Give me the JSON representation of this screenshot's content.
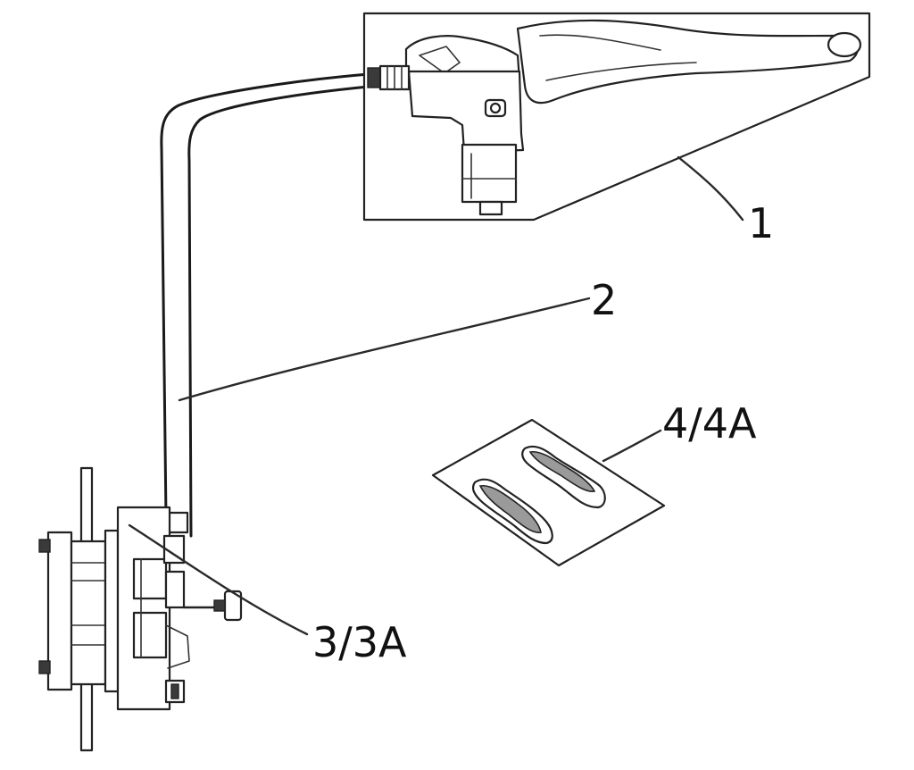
{
  "diagram": {
    "callouts": [
      {
        "id": "lever-master-cylinder",
        "label": "1"
      },
      {
        "id": "brake-hose",
        "label": "2"
      },
      {
        "id": "caliper",
        "label": "3/3A"
      },
      {
        "id": "brake-pads",
        "label": "4/4A"
      }
    ]
  }
}
